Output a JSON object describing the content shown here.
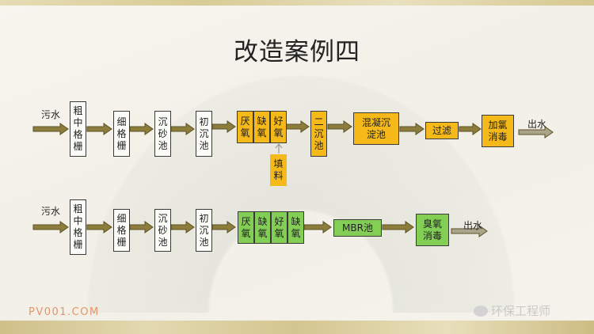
{
  "title": "改造案例四",
  "row1": {
    "inlet": "污水",
    "steps": [
      "粗中格栅",
      "细格栅",
      "沉砂池",
      "初沉池"
    ],
    "bio_cells": [
      "厌氧",
      "缺氧",
      "好氧"
    ],
    "filler": "填料",
    "secondary": "二沉池",
    "coag": "混凝沉淀池",
    "filter": "过滤",
    "disinfect": "加氯消毒",
    "outlet": "出水"
  },
  "row2": {
    "inlet": "污水",
    "steps": [
      "粗中格栅",
      "细格栅",
      "沉砂池",
      "初沉池"
    ],
    "bio_cells": [
      "厌氧",
      "缺氧",
      "好氧",
      "缺氧"
    ],
    "mbr": "MBR池",
    "disinfect": "臭氧消毒",
    "outlet": "出水"
  },
  "footer": {
    "site": "PV001.COM",
    "watermark": "环保工程师"
  },
  "colors": {
    "yellow": "#f6b91a",
    "green": "#83cf55",
    "arrow": "#8c7d3c"
  }
}
